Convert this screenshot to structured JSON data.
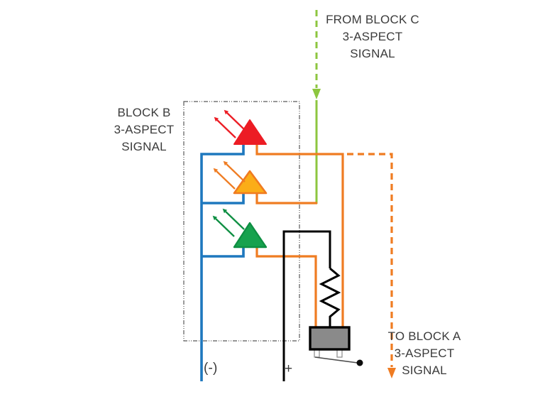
{
  "labels": {
    "from_block_c": "FROM BLOCK C\n3-ASPECT\nSIGNAL",
    "block_b": "BLOCK B\n3-ASPECT\nSIGNAL",
    "to_block_a": "TO BLOCK A\n3-ASPECT\nSIGNAL",
    "negative_terminal": "(-)",
    "positive_terminal": "+"
  },
  "colors": {
    "wire_blue": "#1E78BE",
    "wire_orange": "#EF7C22",
    "line_green": "#8DC63F",
    "led_red": "#EC1C24",
    "led_amber_fill": "#FBAD18",
    "led_amber_stroke": "#F07B20",
    "led_green_fill": "#17A24E",
    "led_green_stroke": "#0F8F43",
    "wire_black": "#000000",
    "relay_gray": "#8A8A8A",
    "boundary_gray": "#595959",
    "text_color": "#3B3B3B"
  }
}
